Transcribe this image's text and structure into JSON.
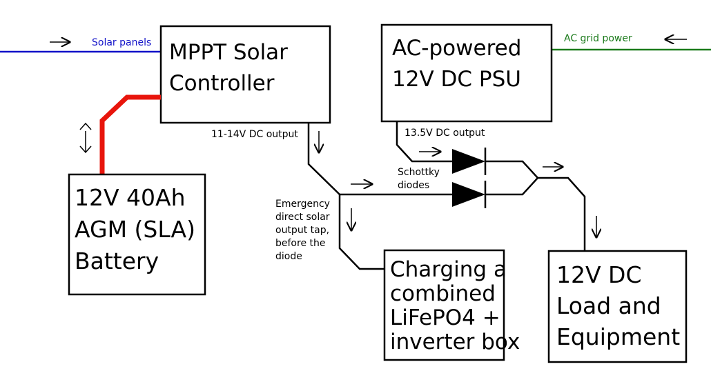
{
  "colors": {
    "solar_line": "#1010c8",
    "ac_line": "#1a7a1a",
    "battery_line": "#e8150c",
    "wire": "#000000"
  },
  "inputs": {
    "solar": "Solar panels",
    "ac": "AC grid power"
  },
  "boxes": {
    "mppt": [
      "MPPT Solar",
      "Controller"
    ],
    "psu": [
      "AC-powered",
      "12V DC PSU"
    ],
    "battery": [
      "12V 40Ah",
      "AGM (SLA)",
      "Battery"
    ],
    "lifepo4": [
      "Charging a",
      "combined",
      "LiFePO4 +",
      "inverter box"
    ],
    "load": [
      "12V DC",
      "Load and",
      "Equipment"
    ]
  },
  "labels": {
    "mppt_output": "11-14V DC output",
    "psu_output": "13.5V DC output",
    "schottky": [
      "Schottky",
      "diodes"
    ],
    "emergency": [
      "Emergency",
      "direct solar",
      "output tap,",
      "before the",
      "diode"
    ]
  },
  "icons": {
    "flow_arrow": "right-arrow-icon",
    "bidirectional": "up-down-arrow-icon",
    "diode": "diode-icon"
  }
}
